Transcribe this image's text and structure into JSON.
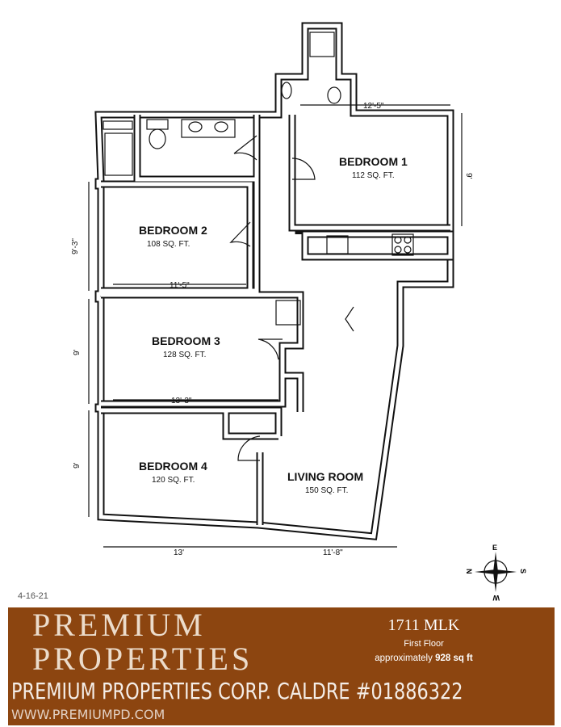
{
  "rooms": [
    {
      "name": "BEDROOM 1",
      "area": "112 SQ. FT."
    },
    {
      "name": "BEDROOM 2",
      "area": "108 SQ. FT."
    },
    {
      "name": "BEDROOM 3",
      "area": "128 SQ. FT."
    },
    {
      "name": "BEDROOM 4",
      "area": "120 SQ. FT."
    },
    {
      "name": "LIVING ROOM",
      "area": "150 SQ. FT."
    }
  ],
  "dimensions": {
    "bedroom1_width": "12'-5\"",
    "bedroom1_depth": "9'",
    "bedroom2_width": "11'-5\"",
    "bedroom2_depth": "9'-3\"",
    "bedroom3_width": "13'-3\"",
    "bedroom3_depth": "9'",
    "bedroom4_depth": "9'",
    "bottom_left": "13'",
    "bottom_right": "11'-8\""
  },
  "compass": {
    "n": "N",
    "e": "E",
    "s": "S",
    "w": "W"
  },
  "date": "4-16-21",
  "banner": {
    "logo_line1": "PREMIUM",
    "logo_line2": "PROPERTIES",
    "watermark": "PREMIUM PROPERTIES CORP. CALDRE #01886322",
    "url": "WWW.PREMIUMPD.COM",
    "address": "1711 MLK",
    "floor": "First Floor",
    "approx_prefix": "approximately",
    "approx_value": "928 sq ft"
  },
  "colors": {
    "banner": "#8c4510"
  }
}
